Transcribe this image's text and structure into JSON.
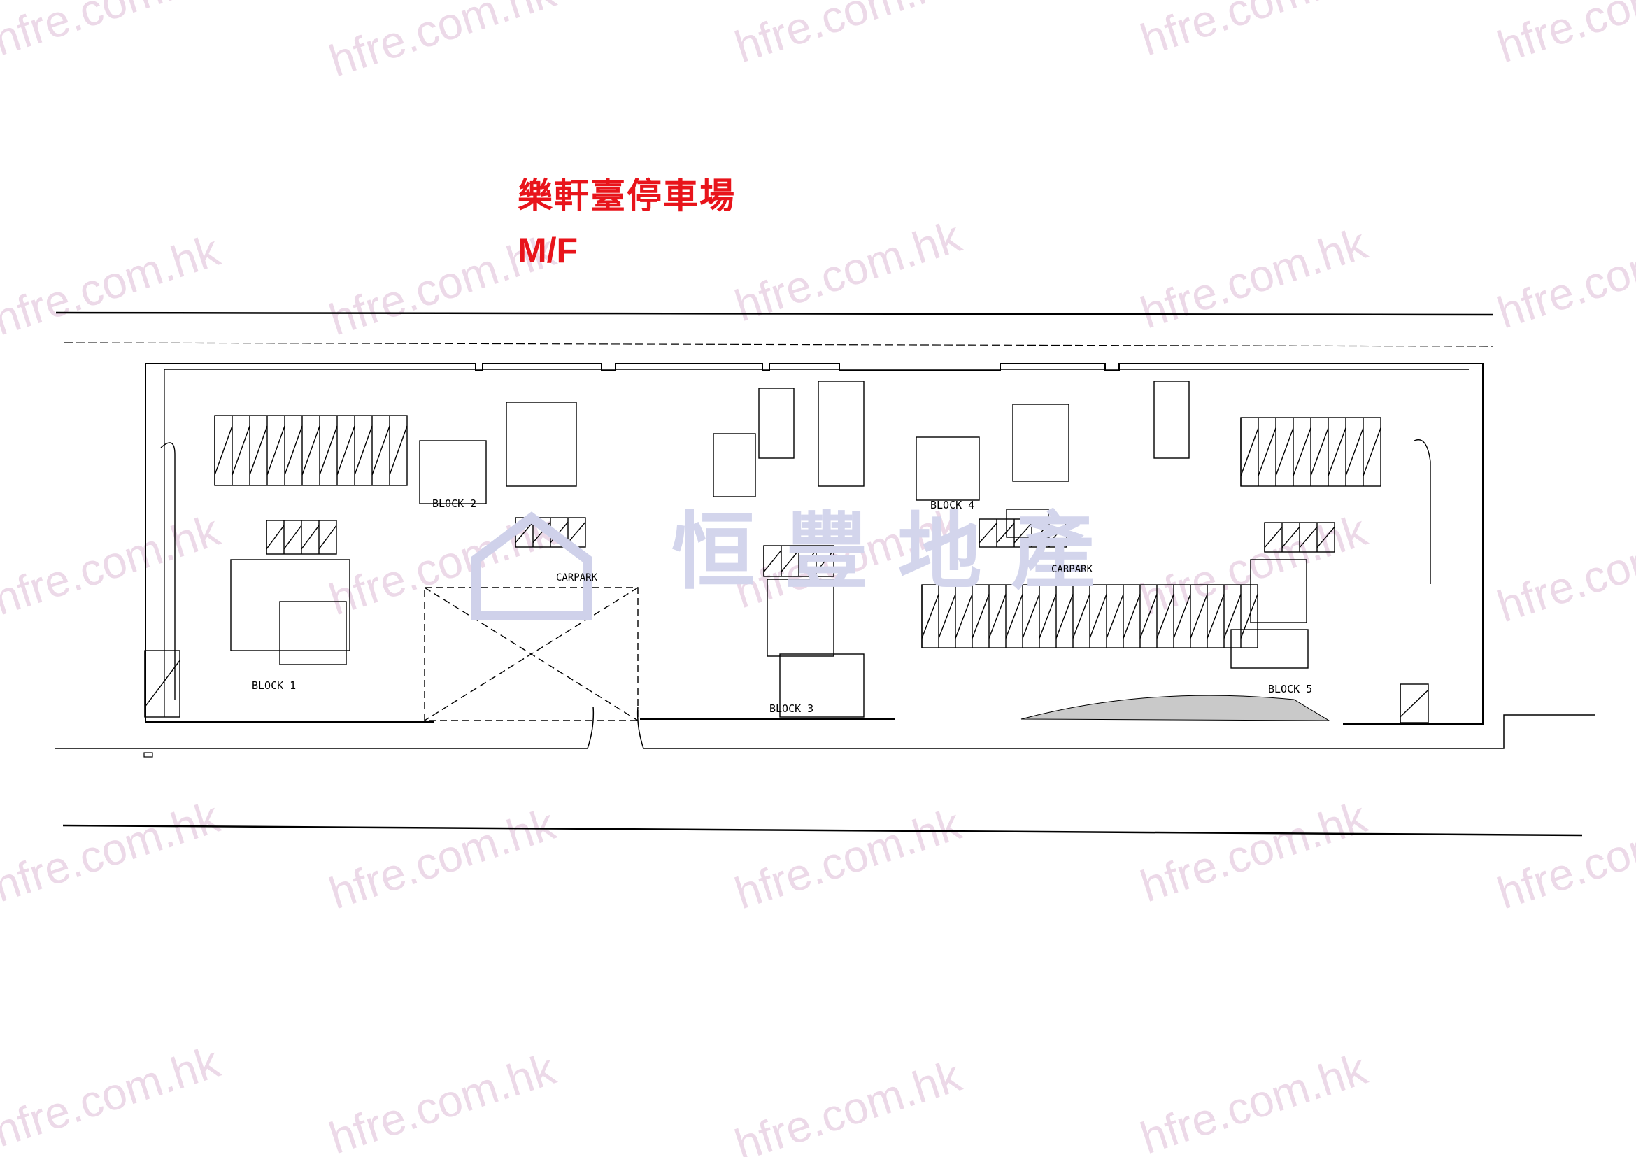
{
  "header": {
    "title": "樂軒臺停車場",
    "floor": "M/F"
  },
  "labels": {
    "block1": "BLOCK 1",
    "block2": "BLOCK 2",
    "block3": "BLOCK 3",
    "block4": "BLOCK 4",
    "block5": "BLOCK 5",
    "carpark_west": "CARPARK",
    "carpark_east": "CARPARK"
  },
  "watermark": {
    "site": "hfre.com.hk",
    "brand": "恒 豐 地 產"
  },
  "colors": {
    "title": "#e8141b",
    "watermark": "#c7c9e6",
    "line": "#000000"
  }
}
